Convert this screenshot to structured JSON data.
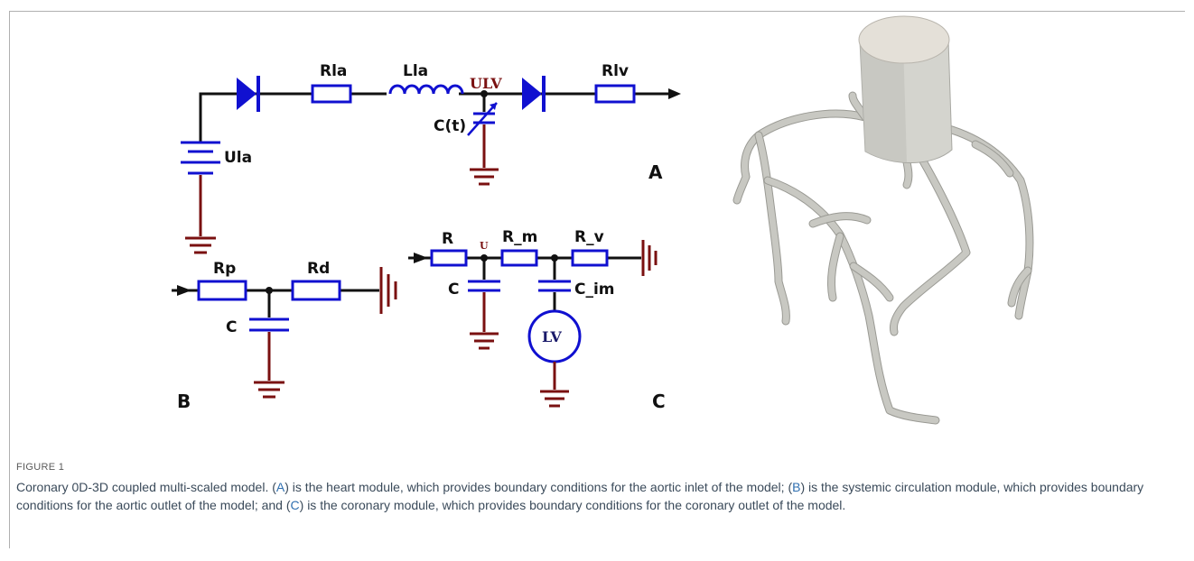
{
  "figure": {
    "label": "FIGURE 1",
    "caption": {
      "intro": "Coronary 0D-3D coupled multi-scaled model. (",
      "a_ref": "A",
      "part_a": ") is the heart module, which provides boundary conditions for the aortic inlet of the model; (",
      "b_ref": "B",
      "part_b": ") is the systemic circulation module, which provides boundary conditions for the aortic outlet of the model; and (",
      "c_ref": "C",
      "part_c": ") is the coronary module, which provides boundary conditions for the coronary outlet of the model."
    }
  },
  "circuit_a": {
    "panel_letter": "A",
    "labels": {
      "rla": "Rla",
      "lla": "Lla",
      "ulv": "ULV",
      "rlv": "Rlv",
      "ct": "C(t)",
      "ula": "Ula"
    }
  },
  "circuit_b": {
    "panel_letter": "B",
    "labels": {
      "rp": "Rp",
      "rd": "Rd",
      "c": "C"
    }
  },
  "circuit_c": {
    "panel_letter": "C",
    "labels": {
      "r": "R",
      "u": "U",
      "r_m": "R_m",
      "r_v": "R_v",
      "c": "C",
      "c_im": "C_im",
      "lv": "LV"
    }
  },
  "colors": {
    "wire": "#111111",
    "component": "#1010d0",
    "ground": "#7a1010",
    "vessel": "#c8c8c2"
  }
}
